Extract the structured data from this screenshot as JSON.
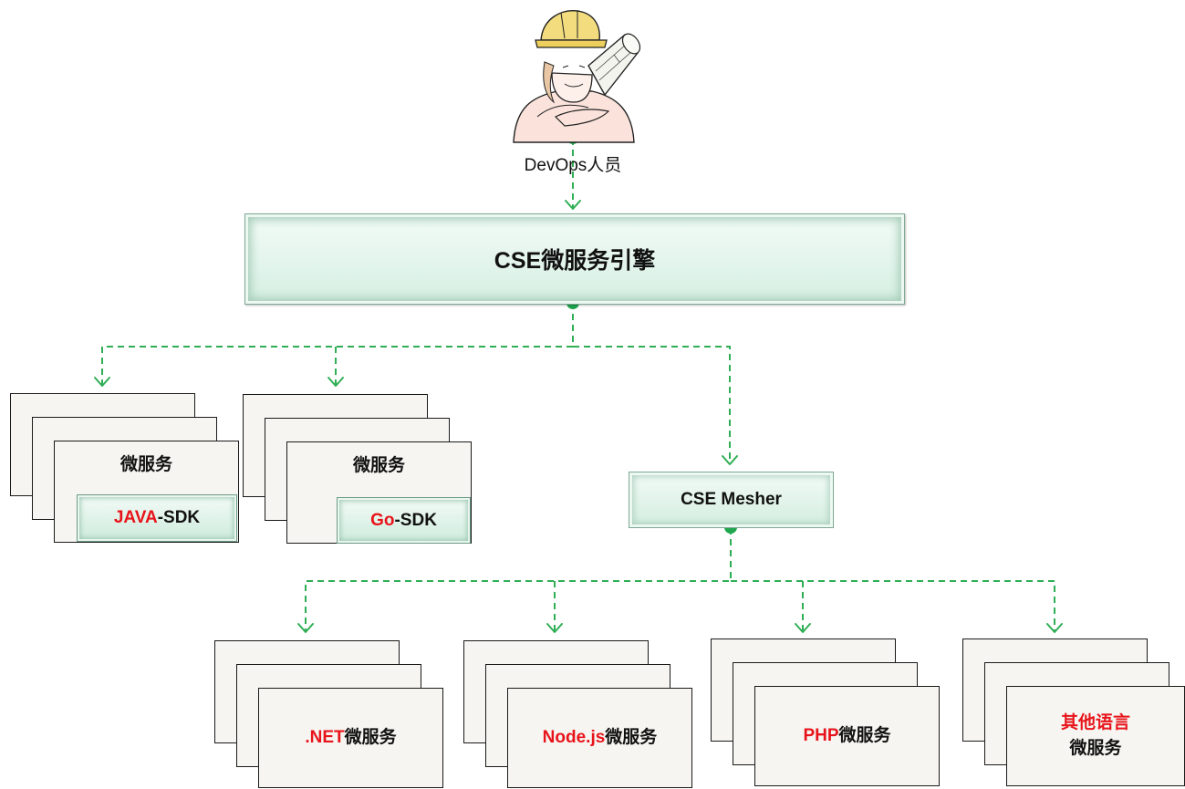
{
  "person": {
    "label": "DevOps人员"
  },
  "engine": {
    "label": "CSE微服务引擎"
  },
  "mesher": {
    "label": "CSE Mesher"
  },
  "sdk_groups": [
    {
      "service_label": "微服务",
      "sdk_highlight": "JAVA",
      "sdk_suffix": "-SDK"
    },
    {
      "service_label": "微服务",
      "sdk_highlight": "Go",
      "sdk_suffix": "-SDK"
    }
  ],
  "mesh_groups": [
    {
      "highlight": ".NET",
      "suffix": "微服务"
    },
    {
      "highlight": "Node.js",
      "suffix": "微服务"
    },
    {
      "highlight": "PHP",
      "suffix": "微服务"
    },
    {
      "highlight": "其他语言",
      "suffix": "微服务"
    }
  ],
  "colors": {
    "connector": "#2fae55",
    "highlight": "#e8141b",
    "box_fill": "#d5efe2",
    "card_fill": "#f6f5f1"
  }
}
